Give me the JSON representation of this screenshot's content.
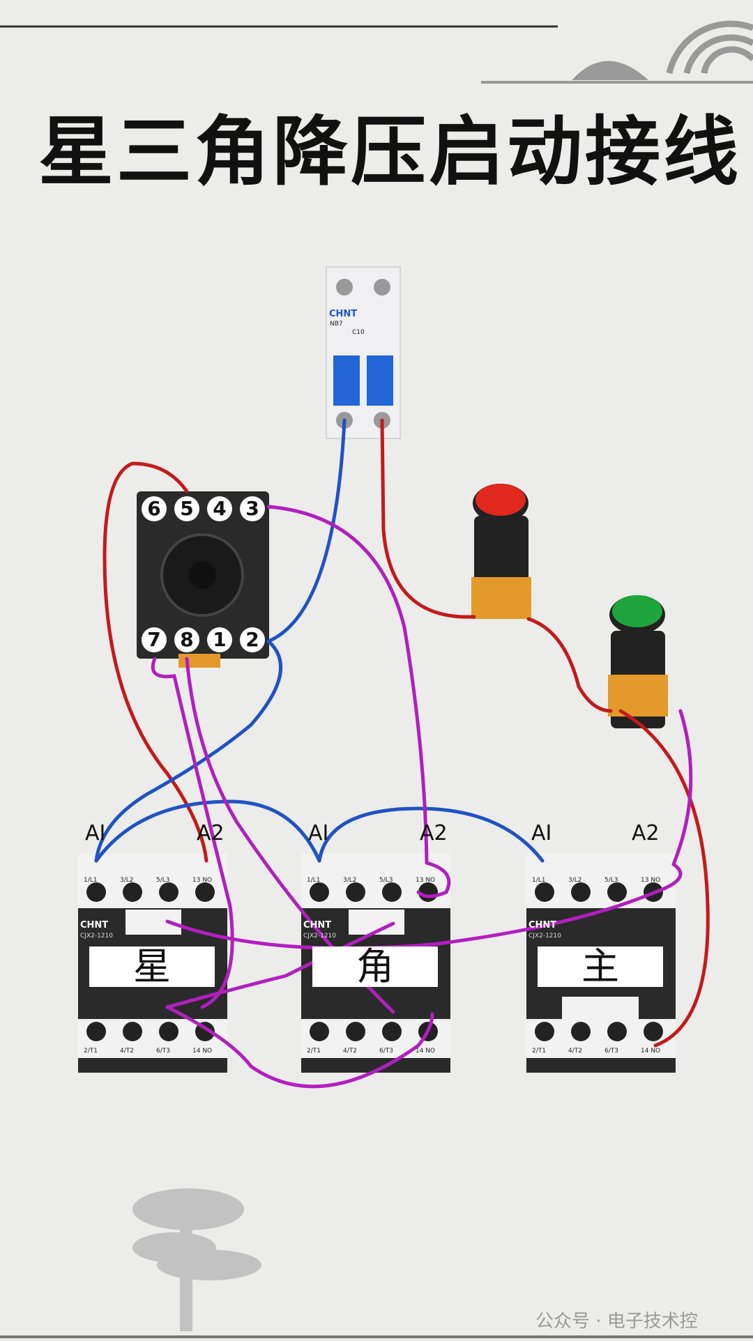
{
  "title": "星三角降压启动接线",
  "breaker": {
    "brand": "CHNT",
    "model": "NB7",
    "rating": "C10"
  },
  "relay_base": {
    "top_pins": [
      "6",
      "5",
      "4",
      "3"
    ],
    "bottom_pins": [
      "7",
      "8",
      "1",
      "2"
    ]
  },
  "contactors": [
    {
      "id": "star",
      "label": "星",
      "a1": "AI",
      "a2": "A2",
      "brand": "CHNT",
      "model": "CJX2-1210"
    },
    {
      "id": "delta",
      "label": "角",
      "a1": "AI",
      "a2": "A2",
      "brand": "CHNT",
      "model": "CJX2-1210"
    },
    {
      "id": "main",
      "label": "主",
      "a1": "AI",
      "a2": "A2",
      "brand": "CHNT",
      "model": "CJX2-1210"
    }
  ],
  "terminals_top": [
    "1/L1",
    "3/L2",
    "5/L3",
    "13 NO"
  ],
  "terminals_bottom": [
    "2/T1",
    "4/T2",
    "6/T3",
    "14 NO"
  ],
  "buttons": [
    {
      "id": "stop",
      "color": "#e0281e"
    },
    {
      "id": "start",
      "color": "#1ea53c"
    }
  ],
  "wire_colors": {
    "red": "#c41a1a",
    "blue": "#1f52c4",
    "purple": "#b11fbf"
  },
  "watermark": "公众号 · 电子技术控"
}
